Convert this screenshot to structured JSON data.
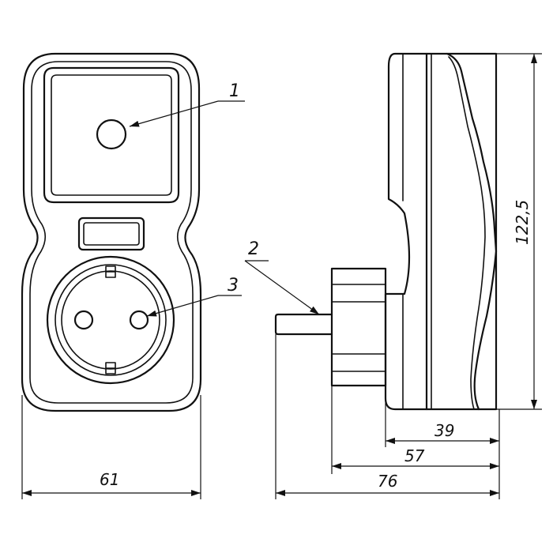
{
  "callouts": {
    "item1": "1",
    "item2": "2",
    "item3": "3"
  },
  "dimensions": {
    "front_width": "61",
    "side_height": "122,5",
    "side_depth_body": "39",
    "side_depth_with_ring": "57",
    "side_depth_overall": "76"
  }
}
